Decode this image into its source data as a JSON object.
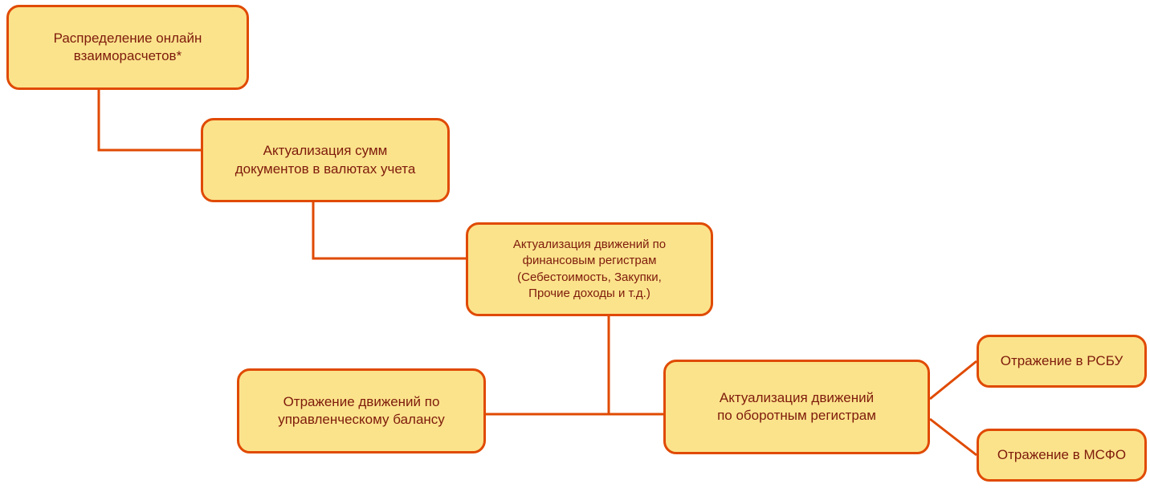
{
  "diagram": {
    "nodes": [
      {
        "id": "node-1",
        "label": "Распределение онлайн\nвзаиморасчетов*"
      },
      {
        "id": "node-2",
        "label": "Актуализация сумм\nдокументов в валютах учета"
      },
      {
        "id": "node-3",
        "label": "Актуализация движений по\nфинансовым регистрам\n(Себестоимость, Закупки,\nПрочие доходы и т.д.)"
      },
      {
        "id": "node-4",
        "label": "Отражение движений по\nуправленческому балансу"
      },
      {
        "id": "node-5",
        "label": "Актуализация движений\nпо оборотным регистрам"
      },
      {
        "id": "node-6",
        "label": "Отражение в РСБУ"
      },
      {
        "id": "node-7",
        "label": "Отражение в МСФО"
      }
    ]
  },
  "colors": {
    "background": "#ffffff",
    "node_fill": "#fbe38c",
    "node_border": "#e04a02",
    "node_text": "#7e1b0b",
    "connector": "#e04a02"
  }
}
